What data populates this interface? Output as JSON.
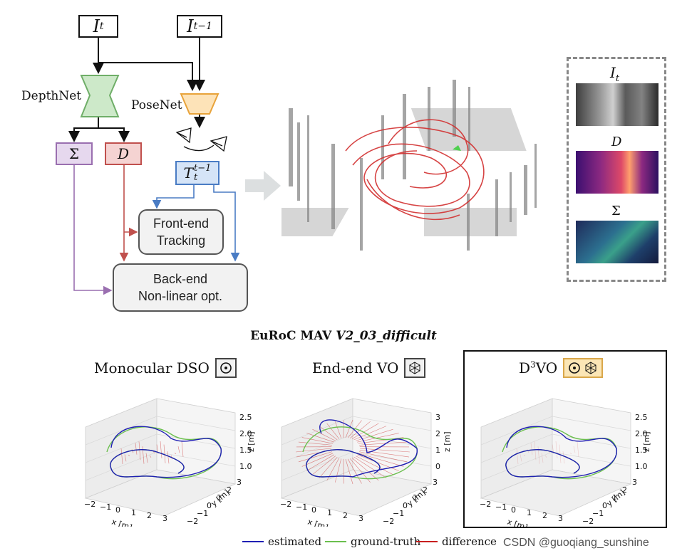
{
  "diagram": {
    "input_current": "I",
    "input_current_sub": "t",
    "input_prev": "I",
    "input_prev_sub": "t−1",
    "depthnet_label": "DepthNet",
    "posenet_label": "PoseNet",
    "sigma_label": "Σ",
    "d_label": "D",
    "transform_label": "T",
    "transform_sub": "t",
    "transform_sup": "t−1",
    "frontend_line1": "Front-end",
    "frontend_line2": "Tracking",
    "backend_line1": "Back-end",
    "backend_line2": "Non-linear opt."
  },
  "side_panel": {
    "it_label": "I",
    "it_sub": "t",
    "d_label": "D",
    "sigma_label": "Σ"
  },
  "figure": {
    "title_prefix": "EuRoC MAV ",
    "title_italic": "V2_03_difficult",
    "plots": [
      {
        "title": "Monocular DSO",
        "icon": "circle-dot-icon",
        "z_ticks": [
          "2.5",
          "2.0",
          "1.5",
          "1.0"
        ],
        "z_label": "z [m]",
        "x_ticks": [
          "−2",
          "−1",
          "0",
          "1",
          "2",
          "3"
        ],
        "x_label": "x [m]",
        "y_ticks": [
          "−2",
          "−1",
          "0",
          "1",
          "2",
          "3"
        ],
        "y_label": "y [m]"
      },
      {
        "title": "End-end VO",
        "icon": "neural-net-icon",
        "z_ticks": [
          "3",
          "2",
          "1",
          "0"
        ],
        "z_label": "z [m]",
        "x_ticks": [
          "−2",
          "−1",
          "0",
          "1",
          "2",
          "3"
        ],
        "x_label": "x [m]",
        "y_ticks": [
          "−2",
          "−1",
          "0",
          "1",
          "2",
          "3"
        ],
        "y_label": "y [m]"
      },
      {
        "title": "D",
        "title_sup": "3",
        "title_rest": "VO",
        "icon": "circle-dot-icon",
        "z_ticks": [
          "2.5",
          "2.0",
          "1.5",
          "1.0"
        ],
        "z_label": "z [m]",
        "x_ticks": [
          "−2",
          "−1",
          "0",
          "1",
          "2",
          "3"
        ],
        "x_label": "x [m]",
        "y_ticks": [
          "−2",
          "−1",
          "0",
          "1",
          "2",
          "3"
        ],
        "y_label": "y [m]"
      }
    ],
    "legend": [
      {
        "label": "estimated",
        "color": "#1f1fb4"
      },
      {
        "label": "ground-truth",
        "color": "#6bbf4e"
      },
      {
        "label": "difference",
        "color": "#c81e1e"
      }
    ]
  },
  "watermark": "CSDN @guoqiang_sunshine",
  "colors": {
    "estimated": "#1f1fb4",
    "ground_truth": "#6bbf4e",
    "difference": "#c81e1e",
    "depthnet": "#8fce8b",
    "posenet": "#f5b041"
  }
}
